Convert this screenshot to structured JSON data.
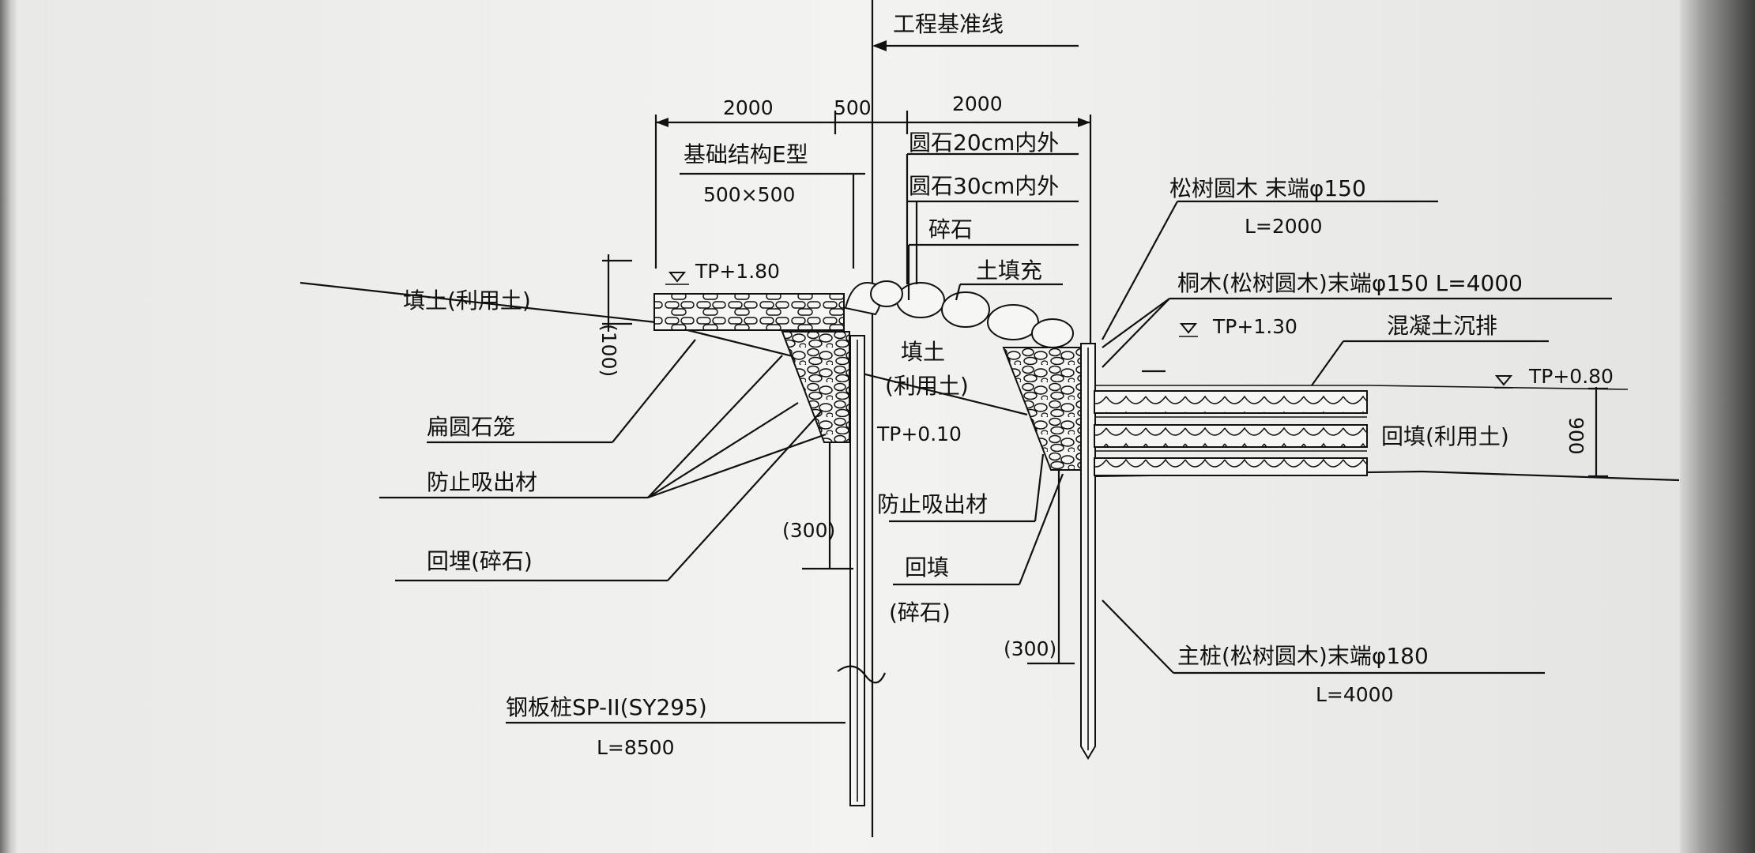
{
  "labels": {
    "baseline": "工程基准线",
    "dim_2000_left": "2000",
    "dim_500": "500",
    "dim_2000_right": "2000",
    "foundation_type": "基础结构E型",
    "foundation_size": "500×500",
    "cobble_20": "圆石20cm内外",
    "cobble_30": "圆石30cm内外",
    "crushed_stone_top": "碎石",
    "soil_fill": "土填充",
    "tp_180": "TP+1.80",
    "dim_100": "(100)",
    "fill_soil_left": "填土(利用土)",
    "fill_soil_mid_1": "填土",
    "fill_soil_mid_2": "(利用土)",
    "pine_log": "松树圆木 末端φ150",
    "pine_log_len": "L=2000",
    "paulownia_log": "桐木(松树圆木)末端φ150 L=4000",
    "tp_130": "TP+1.30",
    "concrete_mat": "混凝土沉排",
    "tp_080": "TP+0.80",
    "backfill_right": "回填(利用土)",
    "dim_900": "900",
    "flat_gabion": "扁圆石笼",
    "anti_suction_left": "防止吸出材",
    "tp_010": "TP+0.10",
    "anti_suction_mid": "防止吸出材",
    "backfill_left": "回埋(碎石)",
    "dim_300_left": "(300)",
    "backfill_mid_1": "回填",
    "backfill_mid_2": "(碎石)",
    "dim_300_right": "(300)",
    "main_pile": "主桩(松树圆木)末端φ180",
    "main_pile_len": "L=4000",
    "steel_pile": "钢板桩SP-II(SY295)",
    "steel_pile_len": "L=8500"
  }
}
